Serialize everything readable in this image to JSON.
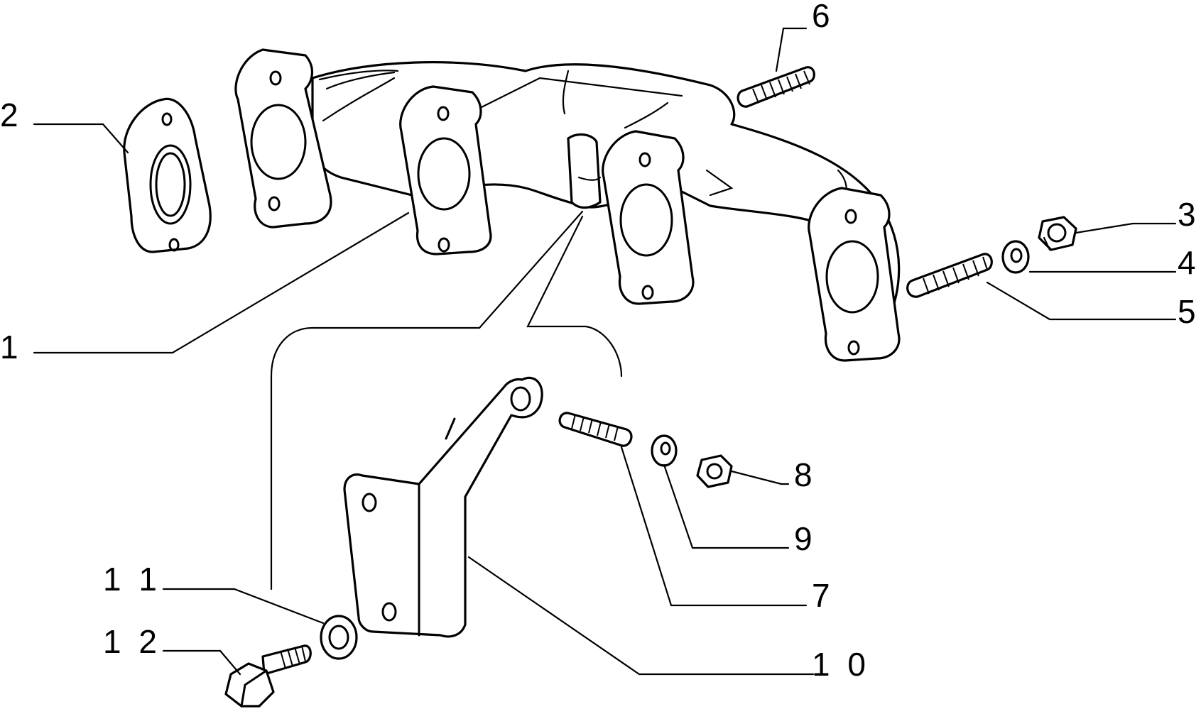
{
  "callouts": [
    {
      "id": "1",
      "text": "1"
    },
    {
      "id": "2",
      "text": "2"
    },
    {
      "id": "3",
      "text": "3"
    },
    {
      "id": "4",
      "text": "4"
    },
    {
      "id": "5",
      "text": "5"
    },
    {
      "id": "6",
      "text": "6"
    },
    {
      "id": "7",
      "text": "7"
    },
    {
      "id": "8",
      "text": "8"
    },
    {
      "id": "9",
      "text": "9"
    },
    {
      "id": "10",
      "text": "1 0"
    },
    {
      "id": "11",
      "text": "1 1"
    },
    {
      "id": "12",
      "text": "1 2"
    }
  ]
}
